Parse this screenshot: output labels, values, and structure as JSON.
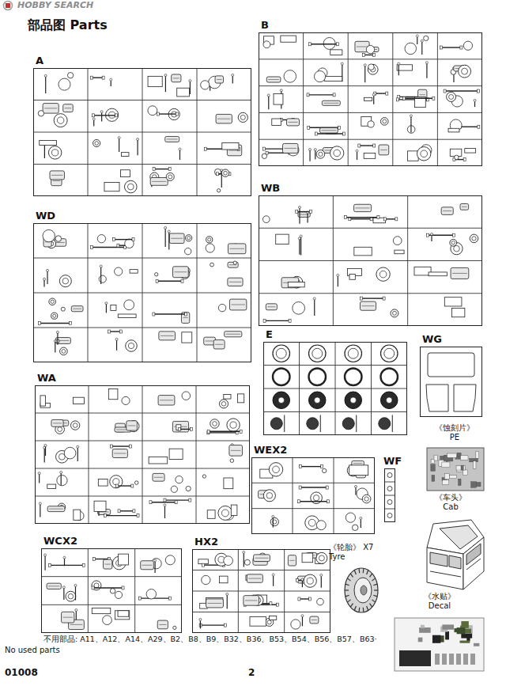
{
  "diagram": {
    "title": "部品图 Parts",
    "nodes": [
      {
        "text": [
          "A"
        ]
      },
      {
        "text": [
          "B"
        ]
      },
      {
        "text": [
          "WD"
        ]
      },
      {
        "text": [
          "WB"
        ]
      },
      {
        "text": [
          "E"
        ]
      },
      {
        "text": [
          "WG"
        ]
      },
      {
        "text": [
          "《蚀刻片》",
          "PE"
        ]
      },
      {
        "text": [
          "WA"
        ]
      },
      {
        "text": [
          "WEX2"
        ]
      },
      {
        "text": [
          "WF"
        ]
      },
      {
        "text": [
          "《车头》",
          "Cab"
        ]
      },
      {
        "text": [
          "WCX2"
        ]
      },
      {
        "text": [
          "HX2"
        ]
      },
      {
        "text": [
          "《轮胎》 X7",
          "Tyre"
        ]
      },
      {
        "text": [
          "《水贴》",
          "Decal"
        ]
      }
    ],
    "labels": [
      "HOBBY SEARCH",
      "不用部品: A11、A12、A14、A29、B2、B8、B9、B32、B36、B53、B54、B56、B57、B63·",
      "No used parts",
      "01008",
      "2"
    ]
  }
}
